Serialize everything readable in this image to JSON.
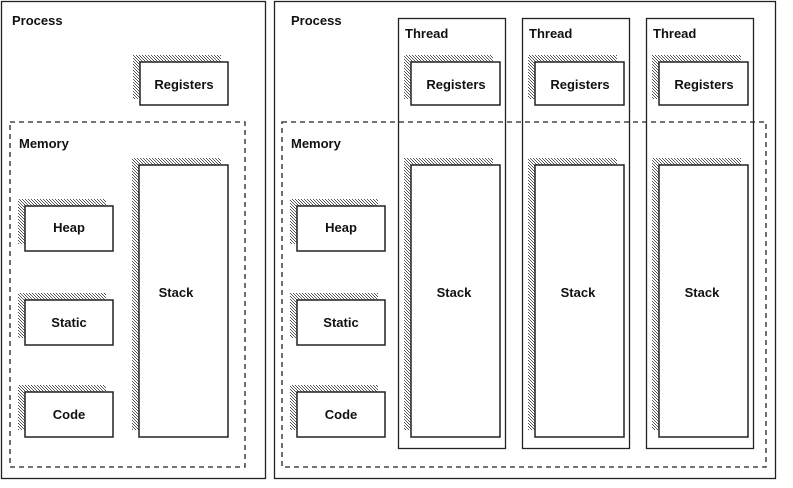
{
  "single_process": {
    "process_label": "Process",
    "memory_label": "Memory",
    "registers_label": "Registers",
    "heap_label": "Heap",
    "static_label": "Static",
    "code_label": "Code",
    "stack_label": "Stack"
  },
  "multi_process": {
    "process_label": "Process",
    "memory_label": "Memory",
    "heap_label": "Heap",
    "static_label": "Static",
    "code_label": "Code",
    "threads": [
      {
        "label": "Thread",
        "registers_label": "Registers",
        "stack_label": "Stack"
      },
      {
        "label": "Thread",
        "registers_label": "Registers",
        "stack_label": "Stack"
      },
      {
        "label": "Thread",
        "registers_label": "Registers",
        "stack_label": "Stack"
      }
    ]
  }
}
